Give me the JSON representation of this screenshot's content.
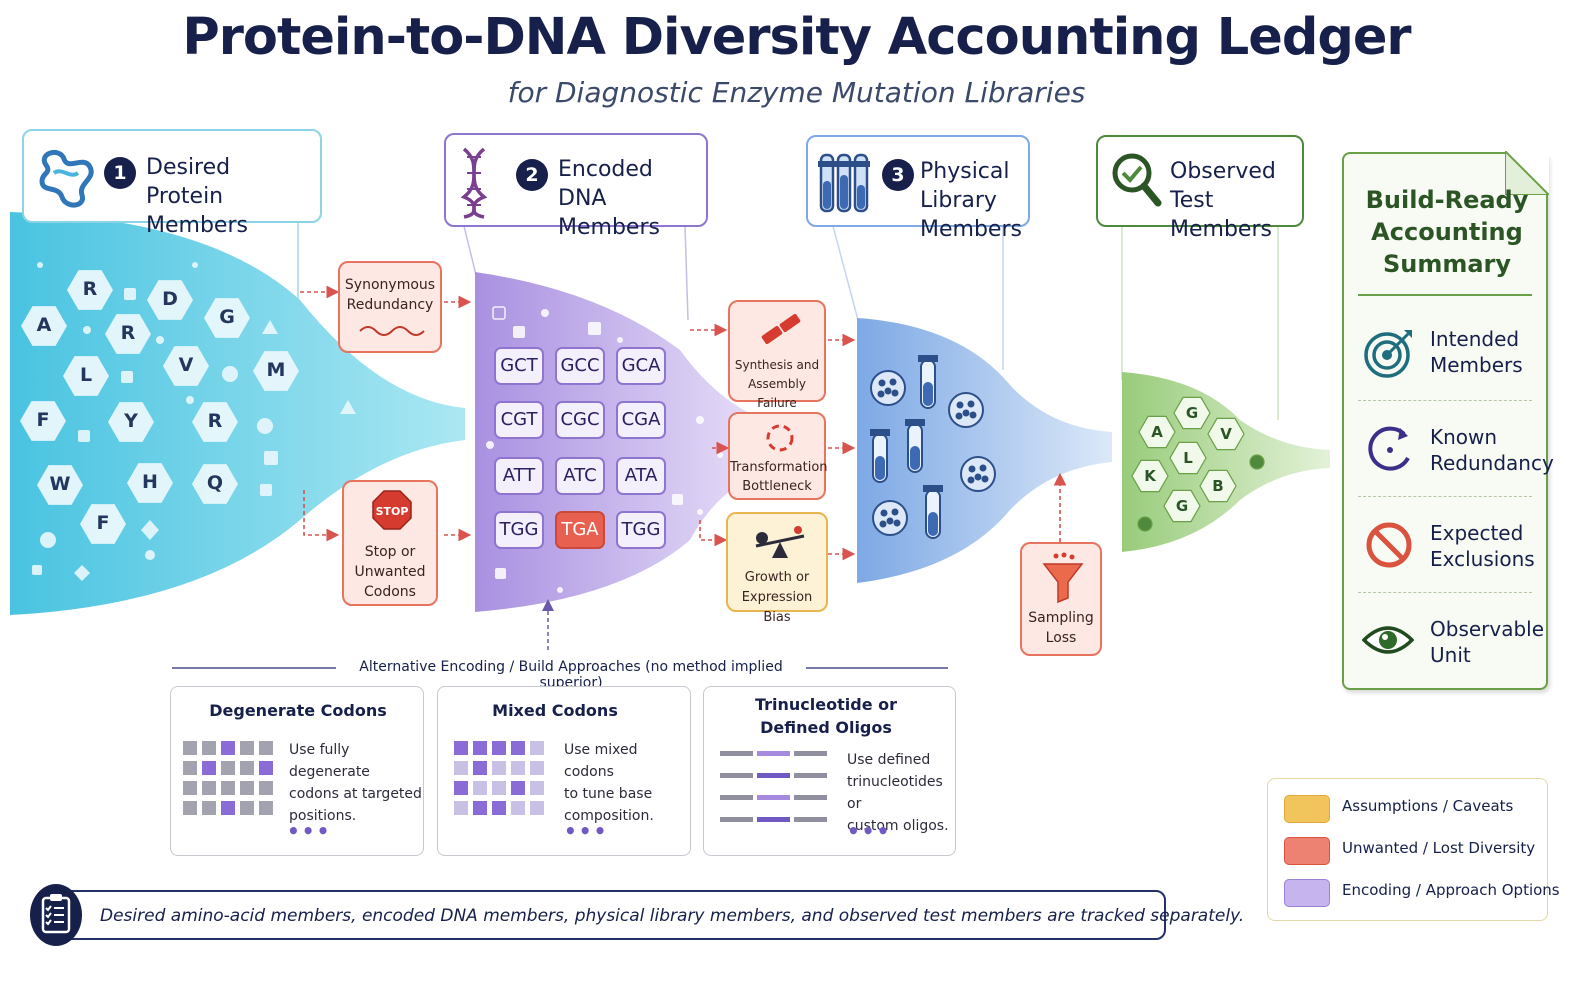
{
  "title": "Protein-to-DNA Diversity Accounting Ledger",
  "subtitle": "for Diagnostic Enzyme Mutation Libraries",
  "stages": [
    {
      "number": "1",
      "label_line1": "Desired",
      "label_line2": "Protein Members",
      "icon": "protein-icon"
    },
    {
      "number": "2",
      "label_line1": "Encoded",
      "label_line2": "DNA Members",
      "icon": "dna-icon"
    },
    {
      "number": "3",
      "label_line1": "Physical",
      "label_line2": "Library Members",
      "icon": "test-tubes-icon"
    },
    {
      "number": "",
      "label_line1": "Observed",
      "label_line2": "Test Members",
      "icon": "magnifier-check-icon"
    }
  ],
  "amino_acids": [
    "R",
    "D",
    "A",
    "R",
    "G",
    "L",
    "V",
    "M",
    "F",
    "Y",
    "R",
    "W",
    "H",
    "Q",
    "F"
  ],
  "codons": [
    [
      "GCT",
      "GCC",
      "GCA"
    ],
    [
      "CGT",
      "CGC",
      "CGA"
    ],
    [
      "ATT",
      "ATC",
      "ATA"
    ],
    [
      "TGG",
      "TGA",
      "TGG"
    ]
  ],
  "observed_members": [
    "G",
    "A",
    "V",
    "L",
    "K",
    "B",
    "G"
  ],
  "issues": {
    "synonymous": {
      "line1": "Synonymous",
      "line2": "Redundancy"
    },
    "stop": {
      "badge": "STOP",
      "line1": "Stop or",
      "line2": "Unwanted",
      "line3": "Codons"
    },
    "synthesis": {
      "line1": "Synthesis and",
      "line2": "Assembly Failure"
    },
    "transformation": {
      "line1": "Transformation",
      "line2": "Bottleneck"
    },
    "growth": {
      "line1": "Growth or",
      "line2": "Expression Bias"
    },
    "sampling": {
      "line1": "Sampling",
      "line2": "Loss"
    }
  },
  "approach_header": "Alternative Encoding / Build Approaches (no method implied superior)",
  "approaches": [
    {
      "title": "Degenerate Codons",
      "title2": "",
      "desc1": "Use fully degenerate",
      "desc2": "codons at targeted",
      "desc3": "positions.",
      "more": "•••"
    },
    {
      "title": "Mixed Codons",
      "title2": "",
      "desc1": "Use mixed codons",
      "desc2": "to tune base",
      "desc3": "composition.",
      "more": "•••"
    },
    {
      "title": "Trinucleotide or",
      "title2": "Defined Oligos",
      "desc1": "Use defined",
      "desc2": "trinucleotides or",
      "desc3": "custom oligos.",
      "more": "•••"
    }
  ],
  "summary": {
    "title_line1": "Build-Ready",
    "title_line2": "Accounting",
    "title_line3": "Summary",
    "items": [
      {
        "line1": "Intended",
        "line2": "Members",
        "icon": "target-icon"
      },
      {
        "line1": "Known",
        "line2": "Redundancy",
        "icon": "cycle-icon"
      },
      {
        "line1": "Expected",
        "line2": "Exclusions",
        "icon": "prohibited-icon"
      },
      {
        "line1": "Observable",
        "line2": "Unit",
        "icon": "eye-icon"
      }
    ]
  },
  "legend": [
    {
      "label": "Assumptions / Caveats",
      "color": "#f2c55c"
    },
    {
      "label": "Unwanted / Lost Diversity",
      "color": "#ee8272"
    },
    {
      "label": "Encoding / Approach Options",
      "color": "#c6b4ee"
    }
  ],
  "footer": "Desired amino-acid members, encoded DNA members, physical library members, and observed test members are tracked separately.",
  "colors": {
    "protein": "#4cc6e2",
    "dna": "#a58ae0",
    "physical": "#7fa8e6",
    "observed": "#9bcf7e",
    "navy": "#16204a",
    "loss_red": "#e8735f",
    "caveat_amber": "#e8b64c"
  }
}
